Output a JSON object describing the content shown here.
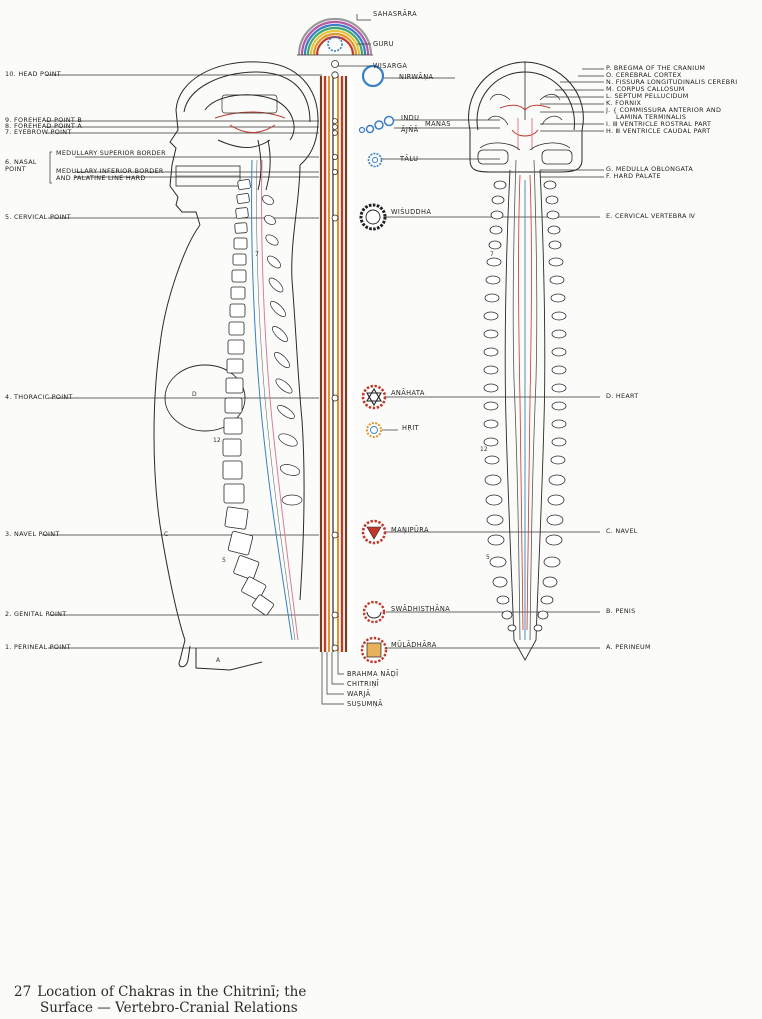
{
  "left_labels": {
    "head": "10. HEAD POINT",
    "forehead_b": "9. FOREHEAD POINT   b",
    "forehead_a": "8. FOREHEAD POINT   a",
    "eyebrow": "7. EYEBROW POINT",
    "nasal_a": "6. NASAL",
    "nasal_b": "POINT",
    "nasal_sup": "MEDULLARY SUPERIOR BORDER",
    "nasal_inf1": "MEDULLARY INFERIOR BORDER",
    "nasal_inf2": "AND PALATINE LINE  HARD",
    "cervical": "5. CERVICAL POINT",
    "thoracic": "4. THORACIC POINT",
    "navel": "3. NAVEL POINT",
    "genital": "2. GENITAL POINT",
    "perineal": "1. PERINEAL POINT"
  },
  "chakras": {
    "sahasrara": "SAHASRĀRA",
    "guru": "GURU",
    "wisarga": "WISARGA",
    "nirwana": "NIRWĀṆA",
    "indu": "INDU",
    "manas": "MANAS",
    "ajna": "ĀJÑĀ",
    "talu": "TĀLU",
    "wisuddha": "WIŚUDDHA",
    "anahata": "ANĀHATA",
    "hrit": "HṚIT",
    "manipura": "MAṆIPŪRA",
    "swadhisthana": "SWĀDHIṢṬHĀNA",
    "muladhara": "MŪLĀDHĀRA"
  },
  "nadis": {
    "brahma": "BRAHMA  NĀḌĪ",
    "chitrini": "CHITRIṆĪ",
    "warja": "WARJĀ",
    "susumna": "SUṢUMṆĀ"
  },
  "right_labels": {
    "p": "P. BREGMA  OF  THE  CRANIUM",
    "o": "O. CEREBRAL  CORTEX",
    "n": "N. FISSURA  LONGITUDINALIS  CEREBRI",
    "m": "M. CORPUS  CALLOSUM",
    "l": "L. SEPTUM  PELLUCIDUM",
    "k": "K. FORNIX",
    "j1": "J. { COMMISSURA  ANTERIOR  AND",
    "j2": "LAMINA  TERMINALIS",
    "i": "I. Ⅲ  VENTRICLE  ROSTRAL  PART",
    "h": "H. Ⅲ  VENTRICLE  CAUDAL  PART",
    "g": "G. MEDULLA  OBLONGATA",
    "f": "F. HARD  PALATE",
    "e": "E. CERVICAL  VERTEBRA  Ⅳ",
    "d": "D. HEART",
    "c": "C. NAVEL",
    "b": "B. PENIS",
    "a": "A. PERINEUM"
  },
  "figure_numbers": {
    "seven_l": "7",
    "twelve_l": "12",
    "five_l": "5",
    "seven_r": "7",
    "twelve_r": "12",
    "five_r": "5",
    "d_left": "D",
    "c_left": "C",
    "a_left": "A"
  },
  "caption": {
    "number": "27",
    "line1": "Location of Chakras in the Chitrinī;  the",
    "line2": "Surface — Vertebro-Cranial Relations"
  },
  "colors": {
    "ink": "#222222",
    "red": "#c0392b",
    "orange": "#d9822b",
    "blue": "#3a7fc4",
    "pink": "#d97d9a"
  }
}
